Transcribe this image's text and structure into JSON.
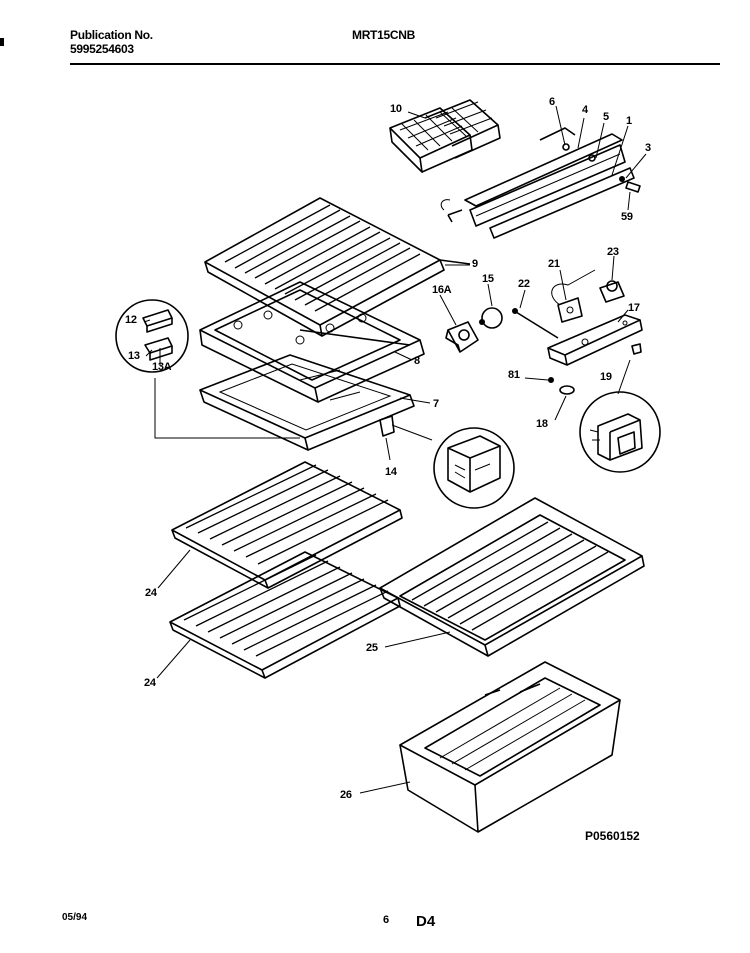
{
  "header": {
    "pub_label": "Publication No.",
    "pub_number": "5995254603",
    "model": "MRT15CNB"
  },
  "callouts": {
    "c10": "10",
    "c6": "6",
    "c4": "4",
    "c5": "5",
    "c1": "1",
    "c3": "3",
    "c59": "59",
    "c9": "9",
    "c16a": "16A",
    "c15": "15",
    "c22": "22",
    "c21": "21",
    "c23": "23",
    "c17": "17",
    "c12": "12",
    "c13": "13",
    "c13a": "13A",
    "c8": "8",
    "c7": "7",
    "c81": "81",
    "c19": "19",
    "c18": "18",
    "c14": "14",
    "c24a": "24",
    "c24b": "24",
    "c25": "25",
    "c26": "26"
  },
  "footer": {
    "figure_code": "P0560152",
    "date": "05/94",
    "page": "6",
    "section": "D4"
  }
}
